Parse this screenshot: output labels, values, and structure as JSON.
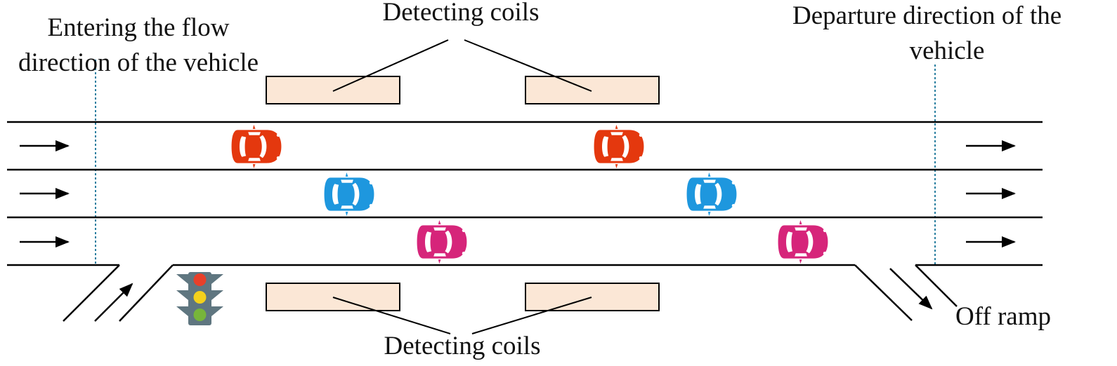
{
  "labels": {
    "coils_top": "Detecting coils",
    "coils_bottom": "Detecting coils",
    "entering_line1": "Entering the flow",
    "entering_line2": "direction of the vehicle",
    "departure_line1": "Departure direction of the",
    "departure_line2": "vehicle",
    "off_ramp": "Off ramp"
  },
  "colors": {
    "coil_fill": "#fbe7d6",
    "car_red": "#e4380e",
    "car_blue": "#1e97de",
    "car_pink": "#d6257a",
    "light_housing": "#5f7680",
    "light_red": "#e8402a",
    "light_yellow": "#f3d11c",
    "light_green": "#77b53a",
    "guide_line": "#2a7fa0"
  },
  "lanes": [
    {
      "lane": 1,
      "car_color": "car_red",
      "car_count": 2
    },
    {
      "lane": 2,
      "car_color": "car_blue",
      "car_count": 2
    },
    {
      "lane": 3,
      "car_color": "car_pink",
      "car_count": 2
    }
  ],
  "icons": [
    "flow-arrow-icon",
    "car-icon",
    "traffic-light-icon",
    "on-ramp-arrow-icon",
    "off-ramp-arrow-icon"
  ]
}
